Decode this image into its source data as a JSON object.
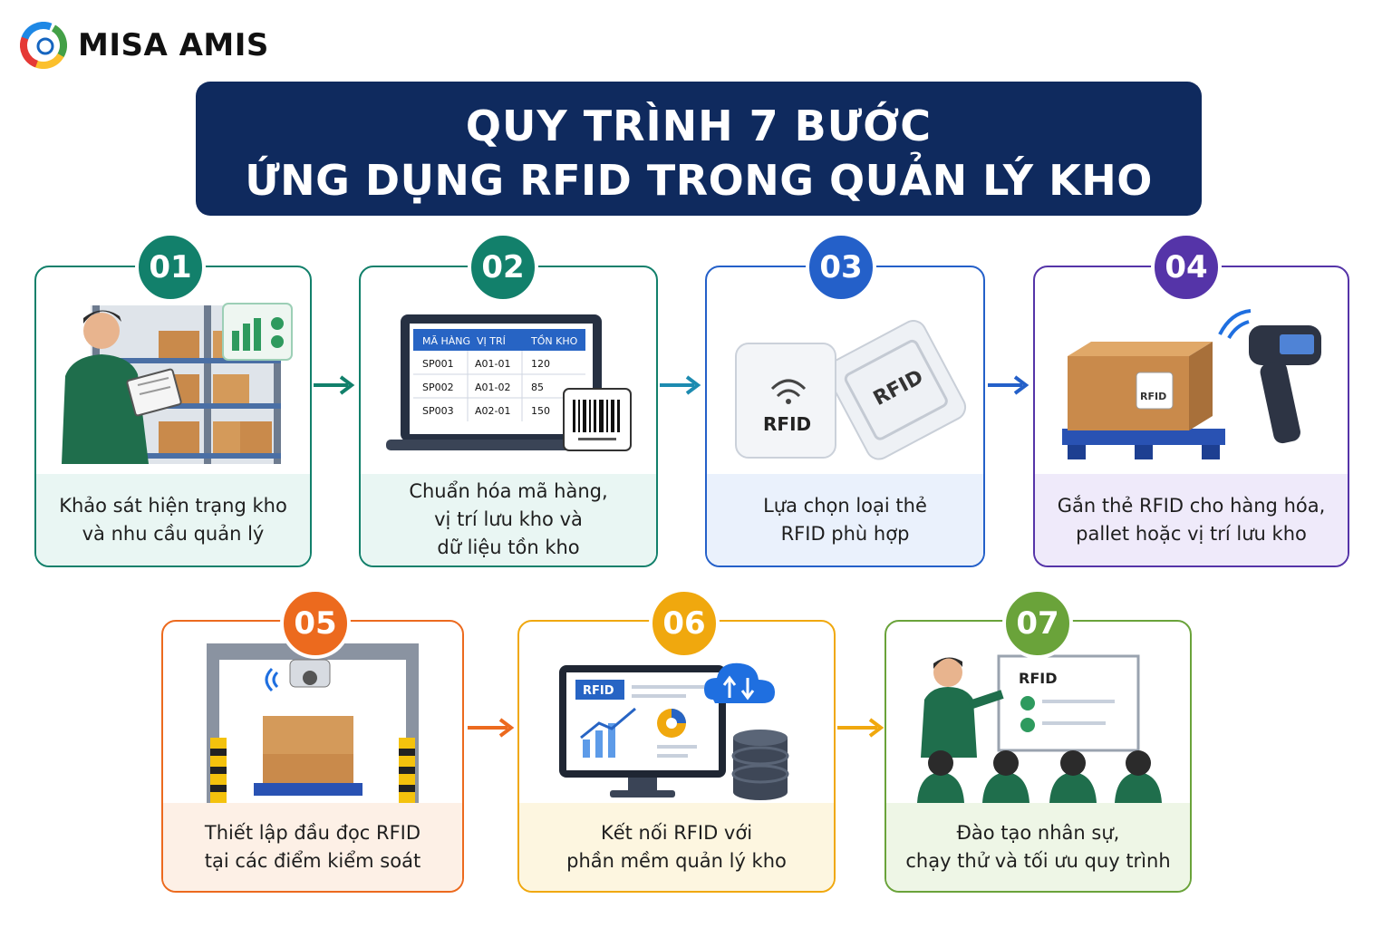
{
  "brand": {
    "name": "MISA AMIS"
  },
  "title": {
    "line1": "QUY TRÌNH 7 BƯỚC",
    "line2": "ỨNG DỤNG RFID TRONG QUẢN LÝ KHO"
  },
  "steps": [
    {
      "number": "01",
      "color": "#12806b",
      "bg": "#e9f6f3",
      "lines": [
        "Khảo sát hiện trạng kho",
        "và nhu cầu quản lý"
      ]
    },
    {
      "number": "02",
      "color": "#12806b",
      "bg": "#e9f6f3",
      "lines": [
        "Chuẩn hóa mã hàng,",
        "vị trí lưu kho và",
        "dữ liệu tồn kho"
      ]
    },
    {
      "number": "03",
      "color": "#2460c9",
      "bg": "#eaf1fc",
      "lines": [
        "Lựa chọn loại thẻ",
        "RFID phù hợp"
      ]
    },
    {
      "number": "04",
      "color": "#5534a8",
      "bg": "#efeafa",
      "lines": [
        "Gắn thẻ RFID cho hàng hóa,",
        "pallet hoặc vị trí lưu kho"
      ]
    },
    {
      "number": "05",
      "color": "#ec6a1e",
      "bg": "#fdf0e6",
      "lines": [
        "Thiết lập đầu đọc RFID",
        "tại các điểm kiểm soát"
      ]
    },
    {
      "number": "06",
      "color": "#f0a80e",
      "bg": "#fdf6e0",
      "lines": [
        "Kết nối RFID với",
        "phần mềm quản lý kho"
      ]
    },
    {
      "number": "07",
      "color": "#6aa33a",
      "bg": "#eef6e6",
      "lines": [
        "Đào tạo nhân sự,",
        "chạy thử và tối ưu quy trình"
      ]
    }
  ],
  "table": {
    "headers": [
      "MÃ HÀNG",
      "VỊ TRÍ",
      "TỒN KHO"
    ],
    "rows": [
      [
        "SP001",
        "A01-01",
        "120"
      ],
      [
        "SP002",
        "A01-02",
        "85"
      ],
      [
        "SP003",
        "A02-01",
        "150"
      ]
    ]
  },
  "tag_labels": {
    "card_tag": "RFID",
    "strip_tag": "RFID",
    "box_tag": "RFID",
    "monitor_tag": "RFID",
    "board_title": "RFID"
  }
}
